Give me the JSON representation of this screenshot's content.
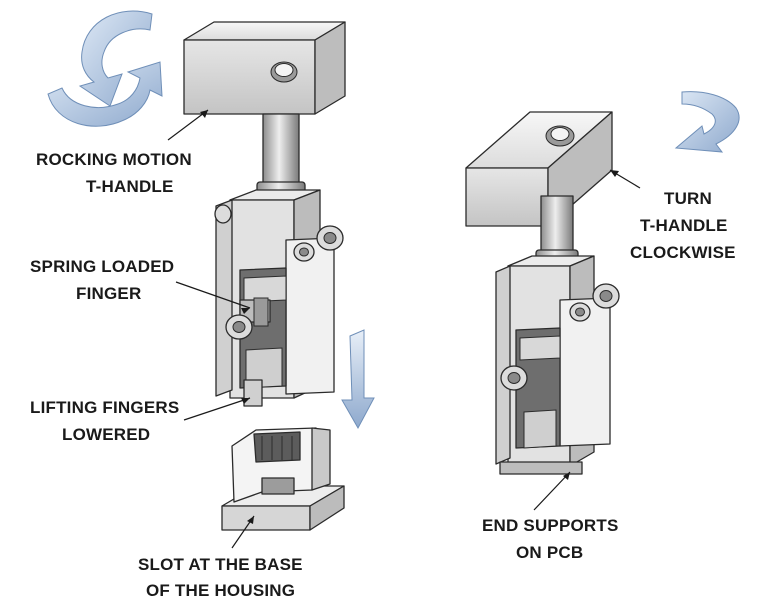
{
  "labels": {
    "rocking_line1": "ROCKING MOTION",
    "rocking_line2": "T-HANDLE",
    "spring_line1": "SPRING LOADED",
    "spring_line2": "FINGER",
    "lifting_line1": "LIFTING FINGERS",
    "lifting_line2": "LOWERED",
    "slot_line1": "SLOT AT THE BASE",
    "slot_line2": "OF THE HOUSING",
    "turn_line1": "TURN",
    "turn_line2": "T-HANDLE",
    "turn_line3": "CLOCKWISE",
    "end_line1": "END SUPPORTS",
    "end_line2": "ON PCB"
  },
  "colors": {
    "arrow_fill": "#9fb8d8",
    "arrow_light": "#dde8f5",
    "metal_light": "#f4f4f4",
    "metal_mid": "#d9d9d9",
    "metal_dark": "#a8a8a8",
    "ink": "#1a1a1a"
  }
}
